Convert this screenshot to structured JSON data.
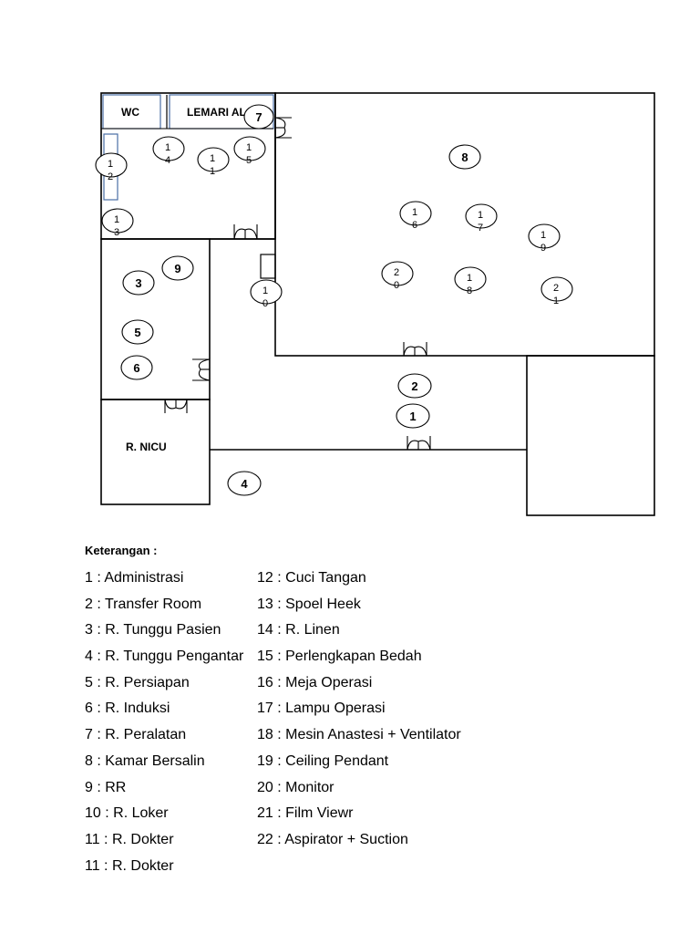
{
  "rooms": {
    "wc": "WC",
    "lemari_alat": "LEMARI ALAT",
    "nicu": "R. NICU"
  },
  "markers": [
    {
      "id": "1",
      "lines": [
        "1"
      ]
    },
    {
      "id": "2",
      "lines": [
        "2"
      ]
    },
    {
      "id": "3",
      "lines": [
        "3"
      ]
    },
    {
      "id": "4",
      "lines": [
        "4"
      ]
    },
    {
      "id": "5",
      "lines": [
        "5"
      ]
    },
    {
      "id": "6",
      "lines": [
        "6"
      ]
    },
    {
      "id": "7",
      "lines": [
        "7"
      ]
    },
    {
      "id": "8",
      "lines": [
        "8"
      ]
    },
    {
      "id": "9",
      "lines": [
        "9"
      ]
    },
    {
      "id": "10",
      "lines": [
        "1",
        "0"
      ]
    },
    {
      "id": "11",
      "lines": [
        "1",
        "1"
      ]
    },
    {
      "id": "12",
      "lines": [
        "1",
        "2"
      ]
    },
    {
      "id": "13",
      "lines": [
        "1",
        "3"
      ]
    },
    {
      "id": "14",
      "lines": [
        "1",
        "4"
      ]
    },
    {
      "id": "15",
      "lines": [
        "1",
        "5"
      ]
    },
    {
      "id": "16",
      "lines": [
        "1",
        "6"
      ]
    },
    {
      "id": "17",
      "lines": [
        "1",
        "7"
      ]
    },
    {
      "id": "18",
      "lines": [
        "1",
        "8"
      ]
    },
    {
      "id": "19",
      "lines": [
        "1",
        "9"
      ]
    },
    {
      "id": "20",
      "lines": [
        "2",
        "0"
      ]
    },
    {
      "id": "21",
      "lines": [
        "2",
        "1"
      ]
    }
  ],
  "legend": {
    "title": "Keterangan :",
    "left": [
      "1 : Administrasi",
      "2 : Transfer Room",
      "3 : R. Tunggu Pasien",
      "4 : R. Tunggu Pengantar",
      "5 : R. Persiapan",
      "6 : R. Induksi",
      "7 : R. Peralatan",
      "8 : Kamar Bersalin",
      "9 : RR",
      "10 : R. Loker",
      "11 : R. Dokter",
      "11 : R. Dokter"
    ],
    "right": [
      "12 : Cuci Tangan",
      "13 : Spoel Heek",
      "14 : R. Linen",
      "15 : Perlengkapan Bedah",
      "16 : Meja Operasi",
      "17 : Lampu Operasi",
      "18 : Mesin Anastesi + Ventilator",
      "19 : Ceiling Pendant",
      "20 : Monitor",
      "21 : Film Viewr",
      "22 : Aspirator + Suction"
    ]
  }
}
